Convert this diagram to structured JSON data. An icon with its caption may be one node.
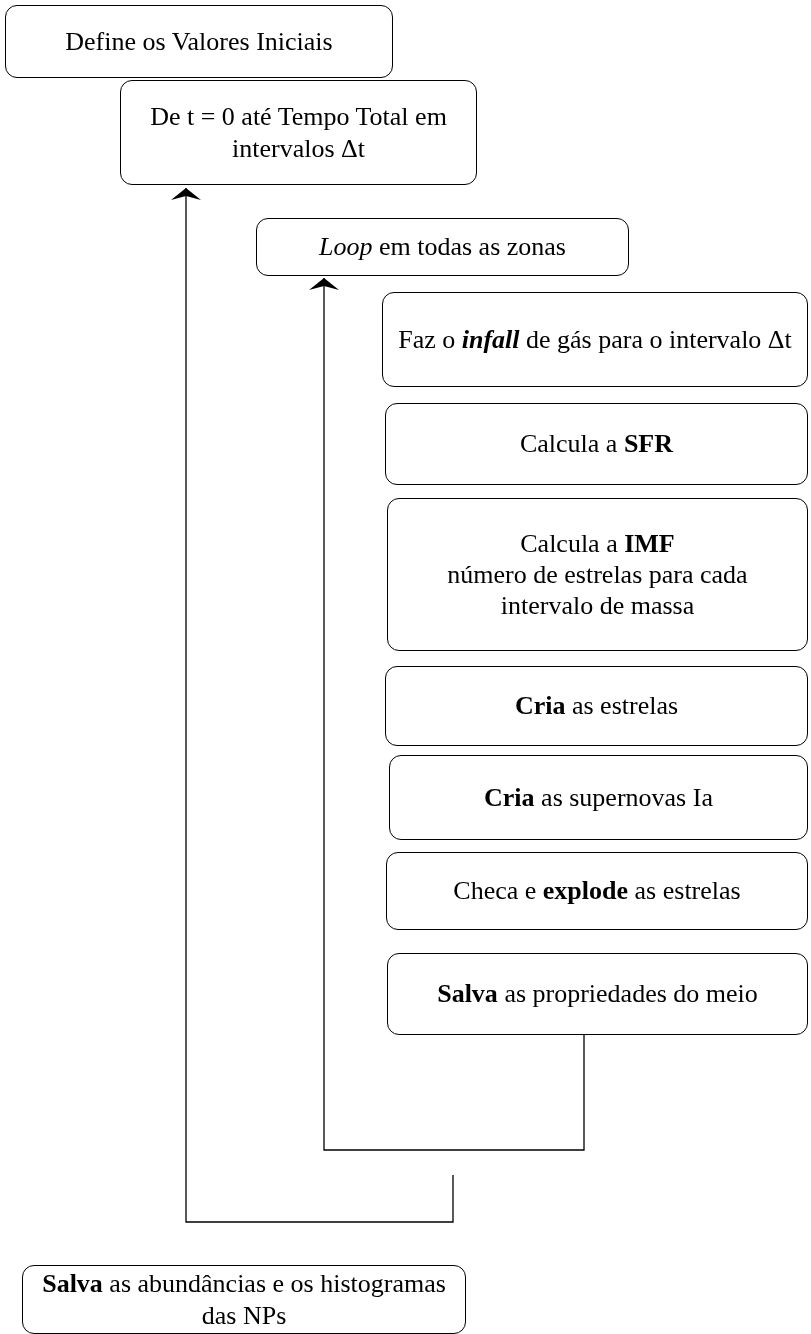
{
  "diagram": {
    "nodes": [
      {
        "text": [
          "Define os Valores Iniciais"
        ]
      },
      {
        "text": [
          "De t = 0 até Tempo Total em intervalos Δt"
        ]
      },
      {
        "text": [
          "*Loop* em todas as zonas"
        ]
      },
      {
        "text": [
          "Faz o **infall** de gás para o intervalo Δt"
        ]
      },
      {
        "text": [
          "Calcula a **SFR**"
        ]
      },
      {
        "text": [
          "Calcula a **IMF**",
          "número de estrelas para cada intervalo de massa"
        ]
      },
      {
        "text": [
          "**Cria** as estrelas"
        ]
      },
      {
        "text": [
          "**Cria** as supernovas Ia"
        ]
      },
      {
        "text": [
          "Checa e **explode** as estrelas"
        ]
      },
      {
        "text": [
          "**Salva** as propriedades do meio"
        ]
      },
      {
        "text": [
          "**Salva** as abundâncias e os histogramas das NPs"
        ]
      }
    ],
    "edges": [
      {
        "from": 9,
        "to": 2,
        "arrow": "to"
      },
      {
        "from": null,
        "to": 1,
        "arrow": "to"
      }
    ]
  }
}
